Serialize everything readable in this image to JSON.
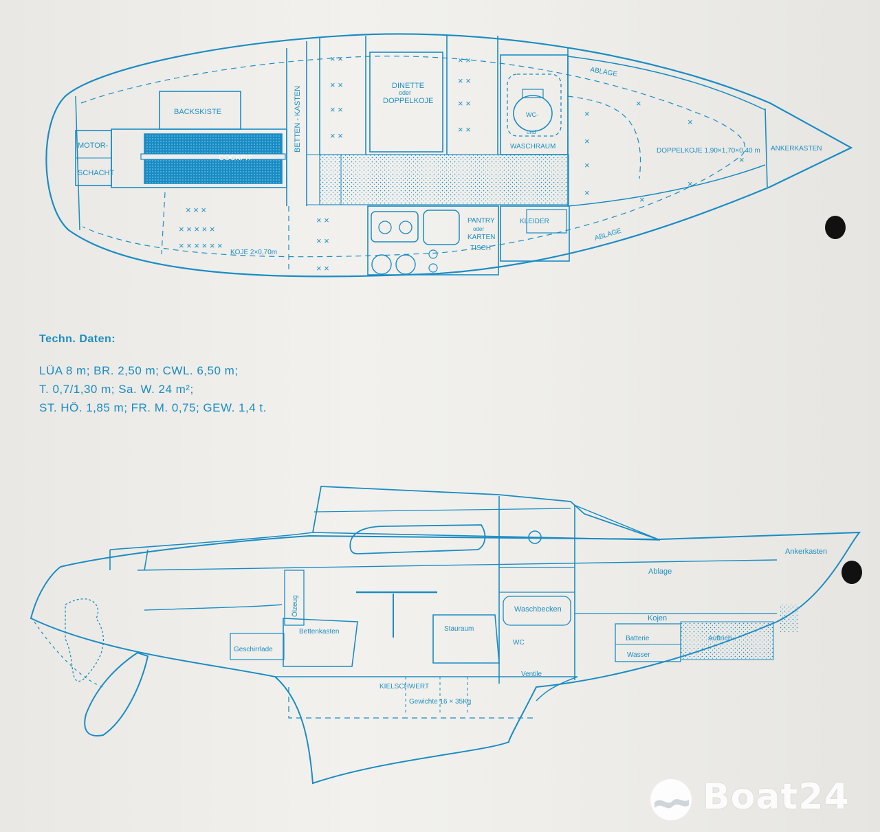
{
  "plan_labels": {
    "motor": "MOTOR-",
    "schacht": "SCHACHT",
    "backskiste": "BACKSKISTE",
    "cockpit": "COCKPIT",
    "betten_kasten": "BETTEN - KASTEN",
    "dinette_1": "DINETTE",
    "dinette_2": "oder",
    "dinette_3": "DOPPELKOJE",
    "wc_1": "WC-",
    "wc_2": "und",
    "waschraum": "WASCHRAUM",
    "ablage_top": "ABLAGE",
    "ablage_bottom": "ABLAGE",
    "doppelkoje": "DOPPELKOJE 1,90×1,70×0,40 m",
    "ankerkasten": "ANKERKASTEN",
    "koje": "KOJE 2×0,70m",
    "pantry_1": "PANTRY",
    "pantry_2": "oder",
    "pantry_3": "KARTEN",
    "pantry_4": "TISCH",
    "kleider": "KLEIDER"
  },
  "specs": {
    "title": "Techn. Daten:",
    "line1": "LÜA 8 m;  BR. 2,50 m;  CWL. 6,50 m;",
    "line2": "T. 0,7/1,30 m;  Sa. W. 24 m²;",
    "line3": "ST. HÖ. 1,85 m;  FR. M. 0,75;  GEW. 1,4 t."
  },
  "profile_labels": {
    "ankerkasten": "Ankerkasten",
    "ablage": "Ablage",
    "waschbecken": "Waschbecken",
    "kojen": "Kojen",
    "oelzeug": "Ölzeug",
    "bettenkasten": "Bettenkasten",
    "stauraum": "Stauraum",
    "geschirrlade": "Geschirrlade",
    "wc": "WC",
    "batterie": "Batterie",
    "wasser": "Wasser",
    "auftrieb": "Auftrieb",
    "ventile": "Ventile",
    "kielschwert": "KIELSCHWERT",
    "gewichte": "Gewichte 16 × 35Kg"
  },
  "colors": {
    "ink": "#1a8cc3",
    "paper": "#efeeea",
    "hole": "#111111"
  },
  "watermark": {
    "brand": "Boat24",
    "icon": "wave-circle-icon"
  }
}
